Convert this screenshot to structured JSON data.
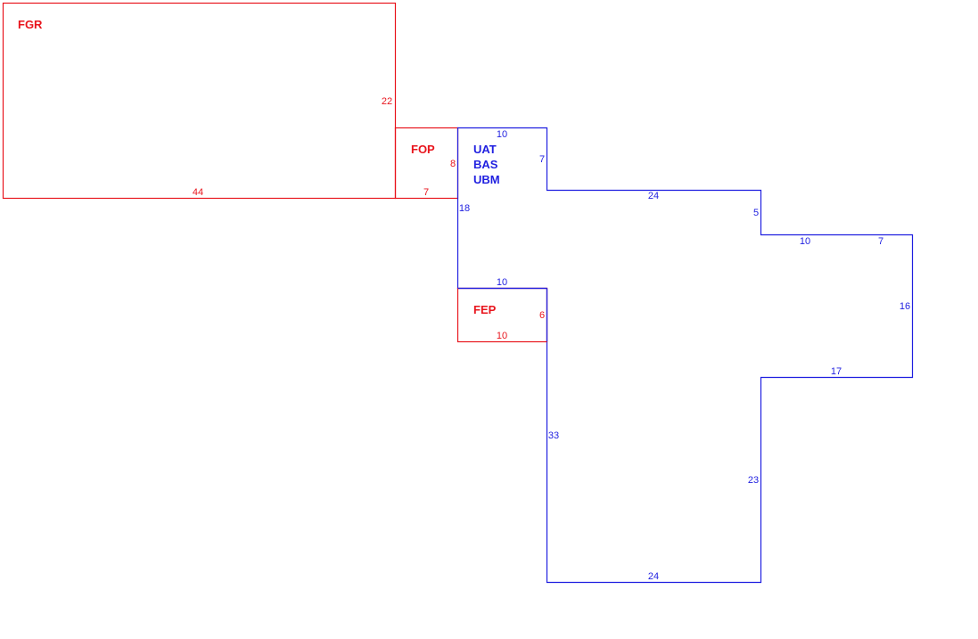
{
  "colors": {
    "red": "#e8141c",
    "blue": "#1f1fe0",
    "background": "#ffffff"
  },
  "areas": [
    {
      "id": "fgr",
      "labels": [
        "FGR"
      ],
      "color": "red",
      "dims": [
        "22",
        "44"
      ]
    },
    {
      "id": "fop",
      "labels": [
        "FOP"
      ],
      "color": "red",
      "dims": [
        "8",
        "7"
      ]
    },
    {
      "id": "main",
      "labels": [
        "UAT",
        "BAS",
        "UBM"
      ],
      "color": "blue",
      "dims": [
        "10",
        "7",
        "24",
        "5",
        "10",
        "7",
        "16",
        "17",
        "23",
        "24",
        "33",
        "10",
        "18"
      ]
    },
    {
      "id": "fep",
      "labels": [
        "FEP"
      ],
      "color": "red",
      "dims": [
        "6",
        "10"
      ]
    }
  ]
}
